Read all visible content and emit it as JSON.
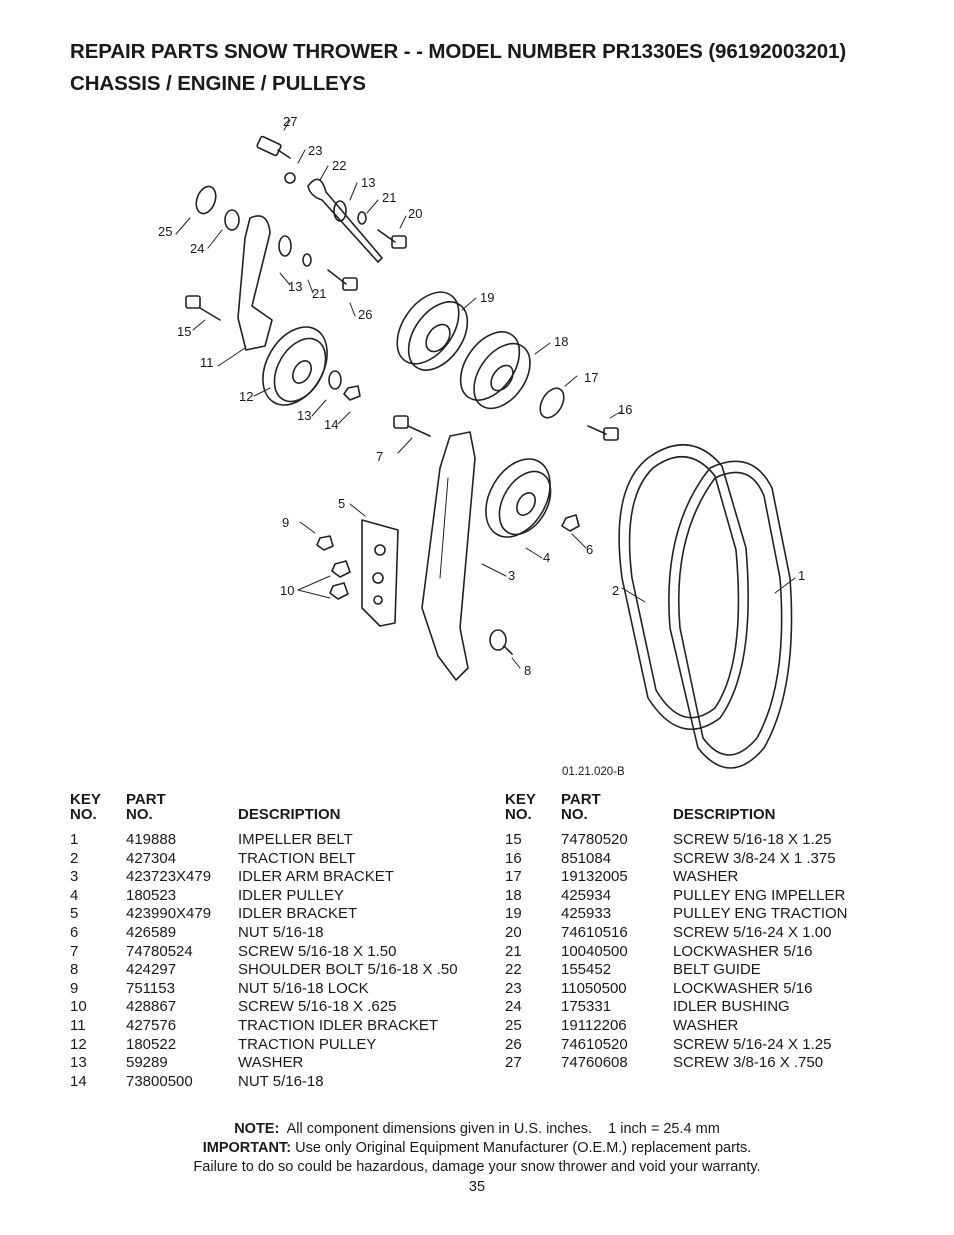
{
  "header": {
    "title_line1": "REPAIR PARTS  SNOW THROWER - - MODEL NUMBER  PR1330ES (96192003201)",
    "title_line2": "CHASSIS / ENGINE / PULLEYS"
  },
  "diagram": {
    "drawing_id": "01.21.020-B",
    "callouts": [
      "27",
      "23",
      "22",
      "13",
      "21",
      "20",
      "25",
      "24",
      "13",
      "21",
      "26",
      "19",
      "15",
      "11",
      "18",
      "17",
      "12",
      "13",
      "14",
      "16",
      "7",
      "5",
      "9",
      "4",
      "6",
      "3",
      "1",
      "2",
      "10",
      "8"
    ]
  },
  "parts_table": {
    "headers": {
      "key_top": "KEY",
      "key_bottom": "NO.",
      "part_top": "PART",
      "part_bottom": "NO.",
      "description": "DESCRIPTION"
    },
    "left": [
      {
        "key": "1",
        "part": "419888",
        "desc": "IMPELLER BELT"
      },
      {
        "key": "2",
        "part": "427304",
        "desc": "TRACTION BELT"
      },
      {
        "key": "3",
        "part": "423723X479",
        "desc": "IDLER ARM BRACKET"
      },
      {
        "key": "4",
        "part": "180523",
        "desc": "IDLER PULLEY"
      },
      {
        "key": "5",
        "part": "423990X479",
        "desc": "IDLER BRACKET"
      },
      {
        "key": "6",
        "part": "426589",
        "desc": "NUT 5/16-18"
      },
      {
        "key": "7",
        "part": "74780524",
        "desc": "SCREW 5/16-18 X 1.50"
      },
      {
        "key": "8",
        "part": "424297",
        "desc": "SHOULDER BOLT 5/16-18 X .50"
      },
      {
        "key": "9",
        "part": "751153",
        "desc": "NUT 5/16-18 LOCK"
      },
      {
        "key": "10",
        "part": "428867",
        "desc": "SCREW 5/16-18 X .625"
      },
      {
        "key": "11",
        "part": "427576",
        "desc": "TRACTION IDLER BRACKET"
      },
      {
        "key": "12",
        "part": "180522",
        "desc": "TRACTION PULLEY"
      },
      {
        "key": "13",
        "part": "59289",
        "desc": "WASHER"
      },
      {
        "key": "14",
        "part": "73800500",
        "desc": "NUT 5/16-18"
      }
    ],
    "right": [
      {
        "key": "15",
        "part": "74780520",
        "desc": "SCREW 5/16-18 X 1.25"
      },
      {
        "key": "16",
        "part": "851084",
        "desc": "SCREW 3/8-24 X 1 .375"
      },
      {
        "key": "17",
        "part": "19132005",
        "desc": "WASHER"
      },
      {
        "key": "18",
        "part": "425934",
        "desc": "PULLEY ENG IMPELLER"
      },
      {
        "key": "19",
        "part": "425933",
        "desc": "PULLEY ENG TRACTION"
      },
      {
        "key": "20",
        "part": "74610516",
        "desc": "SCREW 5/16-24 X 1.00"
      },
      {
        "key": "21",
        "part": "10040500",
        "desc": "LOCKWASHER 5/16"
      },
      {
        "key": "22",
        "part": "155452",
        "desc": "BELT GUIDE"
      },
      {
        "key": "23",
        "part": "11050500",
        "desc": "LOCKWASHER 5/16"
      },
      {
        "key": "24",
        "part": "175331",
        "desc": "IDLER BUSHING"
      },
      {
        "key": "25",
        "part": "19112206",
        "desc": "WASHER"
      },
      {
        "key": "26",
        "part": "74610520",
        "desc": "SCREW 5/16-24 X 1.25"
      },
      {
        "key": "27",
        "part": "74760608",
        "desc": "SCREW 3/8-16 X .750"
      }
    ]
  },
  "footer": {
    "note_label": "NOTE:",
    "note_text": "  All component dimensions given in U.S. inches.    1 inch = 25.4 mm",
    "important_label": "IMPORTANT:",
    "important_text": " Use only Original Equipment Manufacturer (O.E.M.) replacement parts.",
    "warning_text": "Failure to do so could be hazardous, damage your snow thrower and void your warranty.",
    "page_number": "35"
  }
}
